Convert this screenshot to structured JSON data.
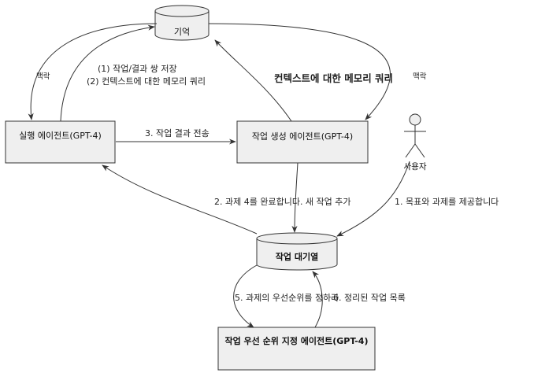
{
  "nodes": {
    "memory": "기억",
    "exec_agent": "실행 에이전트(GPT-4)",
    "task_creation_agent": "작업 생성 에이전트(GPT-4)",
    "user": "사용자",
    "task_queue": "작업 대기열",
    "prioritization_agent": "작업 우선 순위 지정 에이전트(GPT-4)"
  },
  "edges": {
    "context_left": "맥락",
    "store_query_1": "(1) 작업/결과 쌍 저장",
    "store_query_2": "(2) 컨텍스트에 대한 메모리 쿼리",
    "context_query": "컨텍스트에 대한 메모리 쿼리",
    "context_right": "맥락",
    "send_result": "3. 작업 결과 전송",
    "complete_add": "2. 과제 4를 완료합니다. 새 작업 추가",
    "provide_goal": "1. 목표와 과제를 제공합니다",
    "prioritize": "5. 과제의 우선순위를 정하라",
    "cleaned_list": "6. 정리된 작업 목록"
  },
  "colors": {
    "node_fill": "#efefef",
    "stroke": "#333333"
  }
}
